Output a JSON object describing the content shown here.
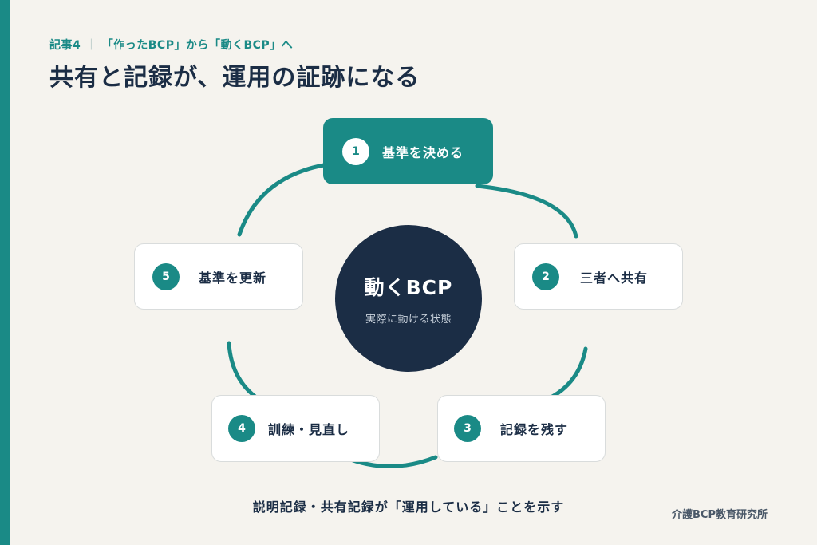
{
  "header": {
    "eyebrow_part1": "記事4",
    "eyebrow_separator": "｜",
    "eyebrow_part2": "「作ったBCP」から「動くBCP」へ",
    "title": "共有と記録が、運用の証跡になる"
  },
  "center": {
    "title": "動くBCP",
    "subtitle": "実際に動ける状態"
  },
  "steps": [
    {
      "number": "1",
      "label": "基準を決める",
      "active": true
    },
    {
      "number": "2",
      "label": "三者へ共有",
      "active": false
    },
    {
      "number": "3",
      "label": "記録を残す",
      "active": false
    },
    {
      "number": "4",
      "label": "訓練・見直し",
      "active": false
    },
    {
      "number": "5",
      "label": "基準を更新",
      "active": false
    }
  ],
  "footer": {
    "caption": "説明記録・共有記録が「運用している」ことを示す",
    "organization": "介護BCP教育研究所"
  },
  "colors": {
    "accent": "#1a8a86",
    "navy": "#1b2d45",
    "background": "#f5f3ee",
    "card": "#ffffff"
  }
}
